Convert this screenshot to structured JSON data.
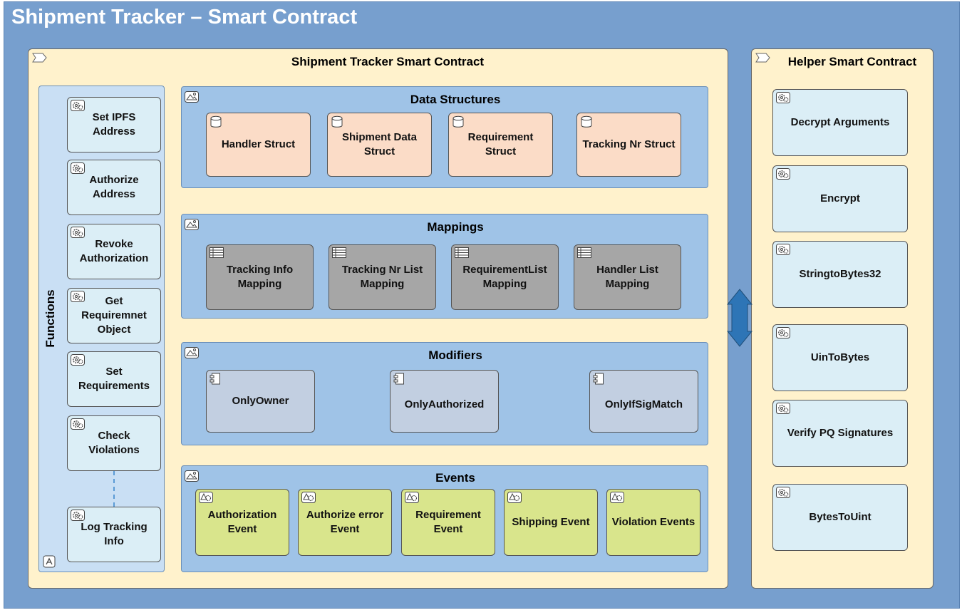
{
  "title": "Shipment Tracker – Smart Contract",
  "main_contract": {
    "title": "Shipment Tracker Smart Contract"
  },
  "helper_contract": {
    "title": "Helper Smart Contract",
    "items": [
      "Decrypt Arguments",
      "Encrypt",
      "StringtoBytes32",
      "UinToBytes",
      "Verify PQ Signatures",
      "BytesToUint"
    ]
  },
  "functions": {
    "title": "Functions",
    "items": [
      "Set IPFS Address",
      "Authorize Address",
      "Revoke Authorization",
      "Get Requiremnet Object",
      "Set Requirements",
      "Check Violations",
      "Log Tracking Info"
    ]
  },
  "data_structures": {
    "title": "Data Structures",
    "items": [
      "Handler Struct",
      "Shipment Data Struct",
      "Requirement Struct",
      "Tracking Nr Struct"
    ]
  },
  "mappings": {
    "title": "Mappings",
    "items": [
      "Tracking Info Mapping",
      "Tracking Nr List Mapping",
      "RequirementList Mapping",
      "Handler List Mapping"
    ]
  },
  "modifiers": {
    "title": "Modifiers",
    "items": [
      "OnlyOwner",
      "OnlyAuthorized",
      "OnlyIfSigMatch"
    ]
  },
  "events": {
    "title": "Events",
    "items": [
      "Authorization Event",
      "Authorize error Event",
      "Requirement Event",
      "Shipping Event",
      "Violation Events"
    ]
  },
  "colors": {
    "background": "#779fce",
    "contract_group": "#fff2cc",
    "section_group": "#9fc3e7",
    "function_box": "#dbeef6",
    "struct_box": "#fbdcc7",
    "mapping_box": "#a6a6a6",
    "modifier_box": "#c2cfe1",
    "event_box": "#d9e58c",
    "arrow": "#2e75b6"
  }
}
